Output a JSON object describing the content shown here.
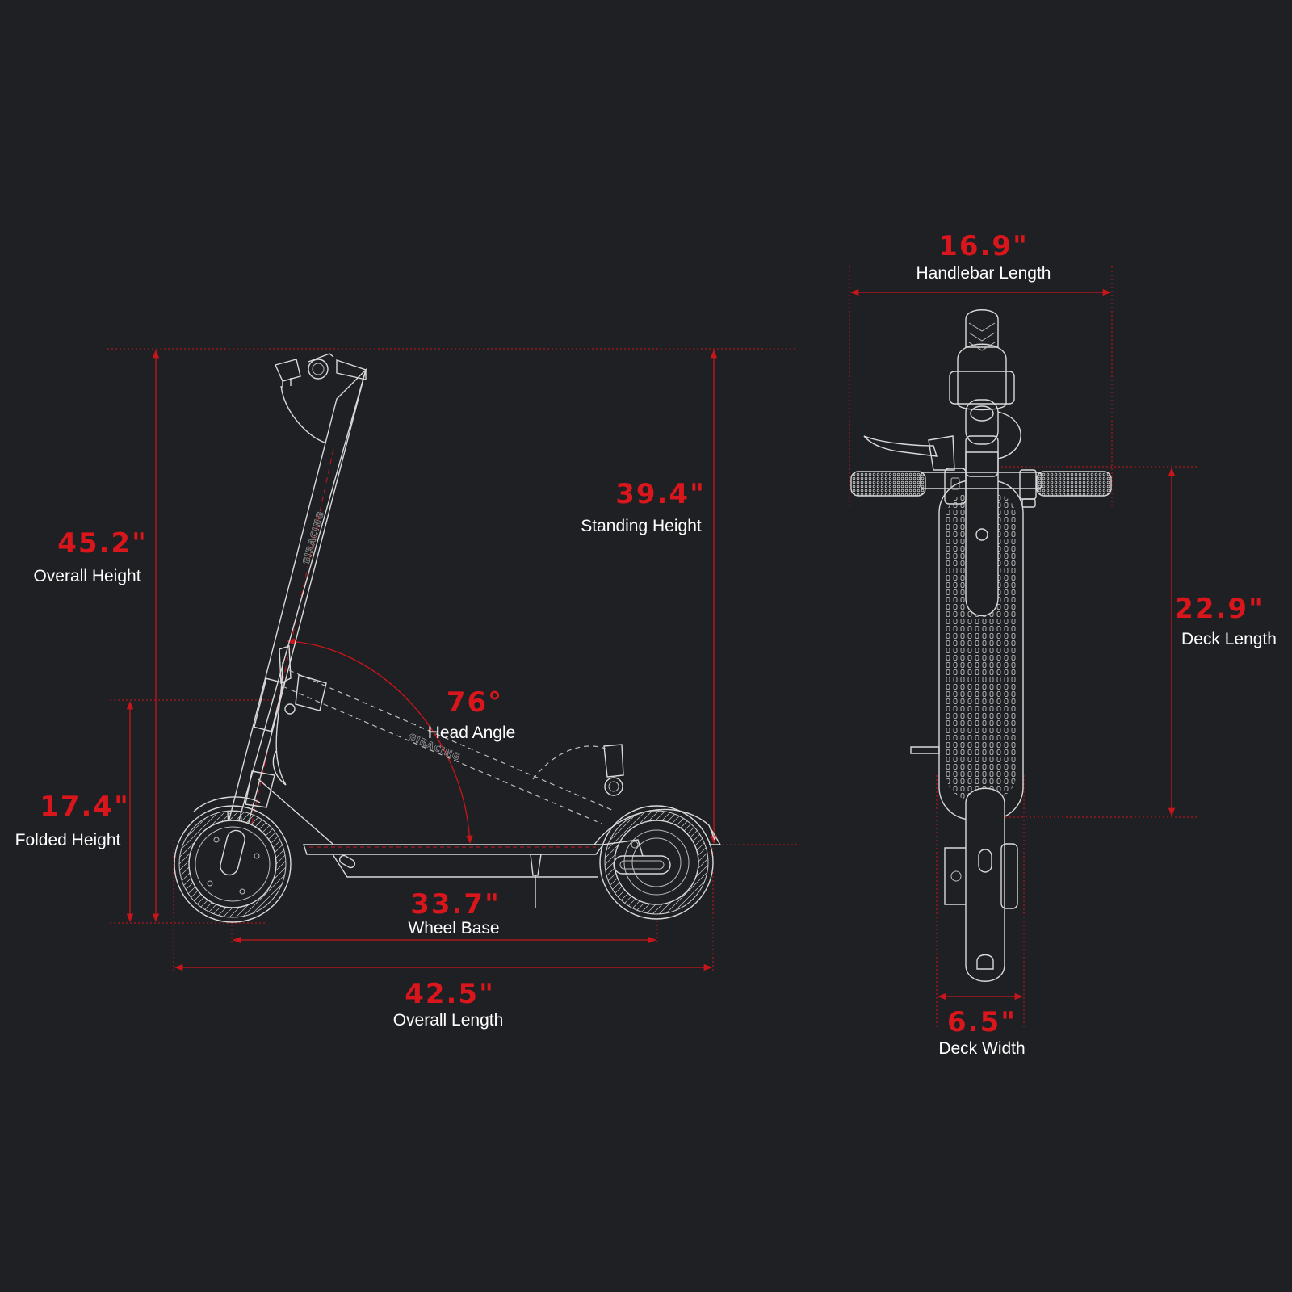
{
  "colors": {
    "background": "#1f2024",
    "accent": "#d8161c",
    "drawing": "#d9d9d9",
    "label": "#ffffff"
  },
  "brand": "GIRACING",
  "dimensions": {
    "overall_height": {
      "value": "45.2\"",
      "label": "Overall Height"
    },
    "standing_height": {
      "value": "39.4\"",
      "label": "Standing Height"
    },
    "folded_height": {
      "value": "17.4\"",
      "label": "Folded Height"
    },
    "head_angle": {
      "value": "76°",
      "label": "Head Angle"
    },
    "wheel_base": {
      "value": "33.7\"",
      "label": "Wheel Base"
    },
    "overall_length": {
      "value": "42.5\"",
      "label": "Overall Length"
    },
    "handlebar_length": {
      "value": "16.9\"",
      "label": "Handlebar Length"
    },
    "deck_length": {
      "value": "22.9\"",
      "label": "Deck Length"
    },
    "deck_width": {
      "value": "6.5\"",
      "label": "Deck Width"
    }
  }
}
